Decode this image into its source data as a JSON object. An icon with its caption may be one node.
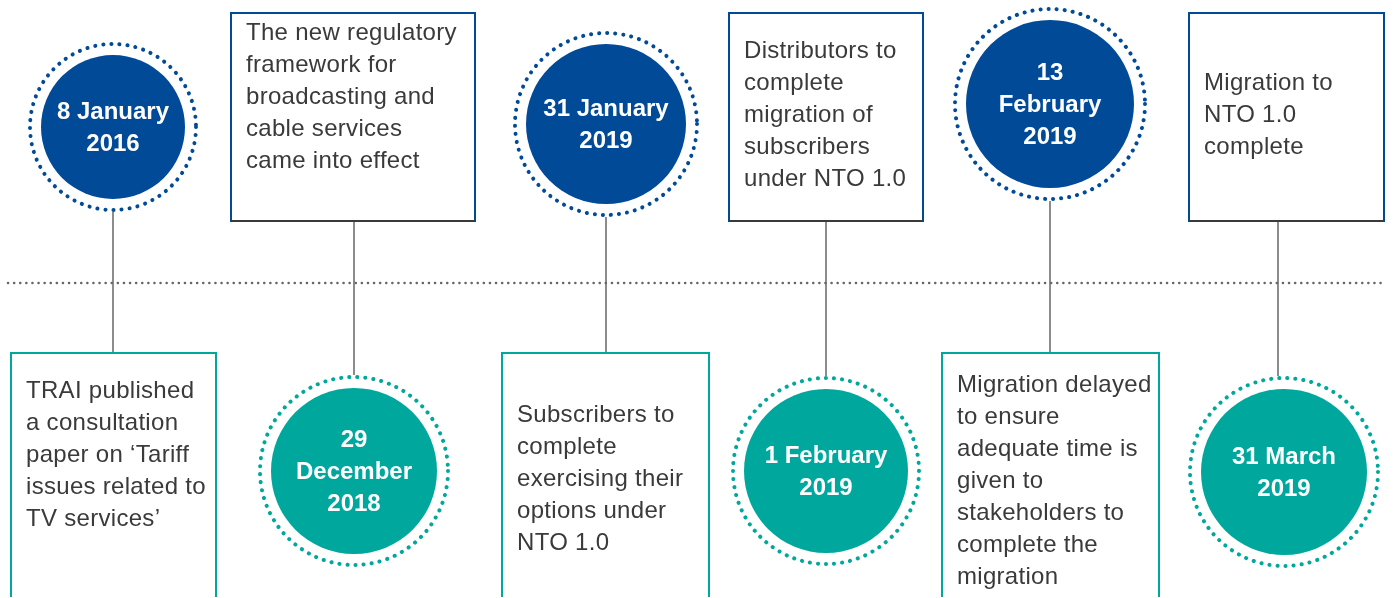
{
  "diagram": {
    "nodes": [
      {
        "text": [
          "8 January 2016"
        ]
      },
      {
        "text": [
          "TRAI published a consultation paper on ‘Tariff issues related to TV services’"
        ]
      },
      {
        "text": [
          "The new regulatory framework for broadcasting and cable services came into effect"
        ]
      },
      {
        "text": [
          "29 December 2018"
        ]
      },
      {
        "text": [
          "31 January 2019"
        ]
      },
      {
        "text": [
          "Subscribers to complete exercising their options under NTO 1.0"
        ]
      },
      {
        "text": [
          "Distributors to complete migration of subscribers under NTO 1.0"
        ]
      },
      {
        "text": [
          "1 February 2019"
        ]
      },
      {
        "text": [
          "13 February 2019"
        ]
      },
      {
        "text": [
          "Migration delayed to ensure adequate time is given to stakeholders to complete the migration"
        ]
      },
      {
        "text": [
          "Migration to NTO 1.0 complete"
        ]
      },
      {
        "text": [
          "31 March 2019"
        ]
      }
    ],
    "edges": [
      {
        "from": 0,
        "to": 1,
        "arrow": "none"
      },
      {
        "from": 2,
        "to": 3,
        "arrow": "none"
      },
      {
        "from": 4,
        "to": 5,
        "arrow": "none"
      },
      {
        "from": 6,
        "to": 7,
        "arrow": "none"
      },
      {
        "from": 8,
        "to": 9,
        "arrow": "none"
      },
      {
        "from": 10,
        "to": 11,
        "arrow": "none"
      }
    ]
  }
}
